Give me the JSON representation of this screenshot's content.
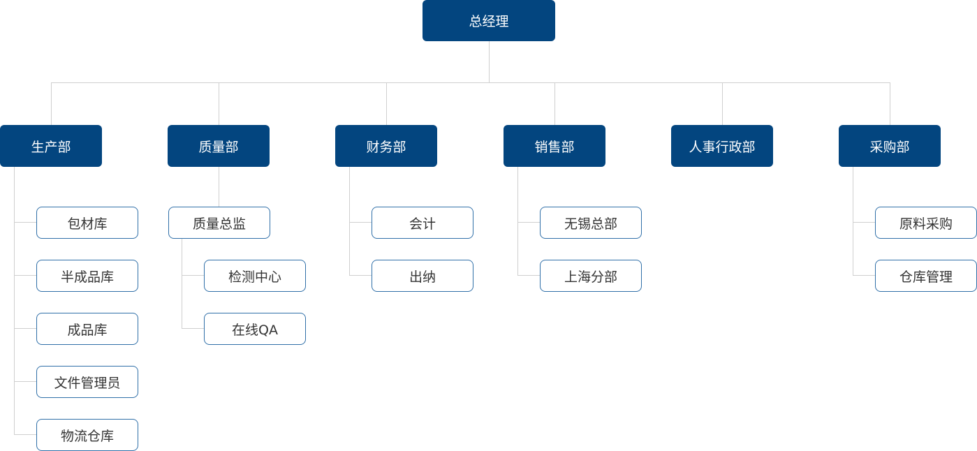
{
  "colors": {
    "primary_fill": "#03457f",
    "primary_text": "#ffffff",
    "secondary_border": "#2f6fa8",
    "secondary_text": "#333333",
    "connector": "#cfcfcf"
  },
  "org": {
    "root": "总经理",
    "departments": [
      {
        "label": "生产部",
        "children": [
          "包材库",
          "半成品库",
          "成品库",
          "文件管理员",
          "物流仓库"
        ]
      },
      {
        "label": "质量部",
        "children": [
          "质量总监"
        ],
        "grandchildren": [
          "检测中心",
          "在线QA"
        ]
      },
      {
        "label": "财务部",
        "children": [
          "会计",
          "出纳"
        ]
      },
      {
        "label": "销售部",
        "children": [
          "无锡总部",
          "上海分部"
        ]
      },
      {
        "label": "人事行政部",
        "children": []
      },
      {
        "label": "采购部",
        "children": [
          "原料采购",
          "仓库管理"
        ]
      }
    ]
  }
}
